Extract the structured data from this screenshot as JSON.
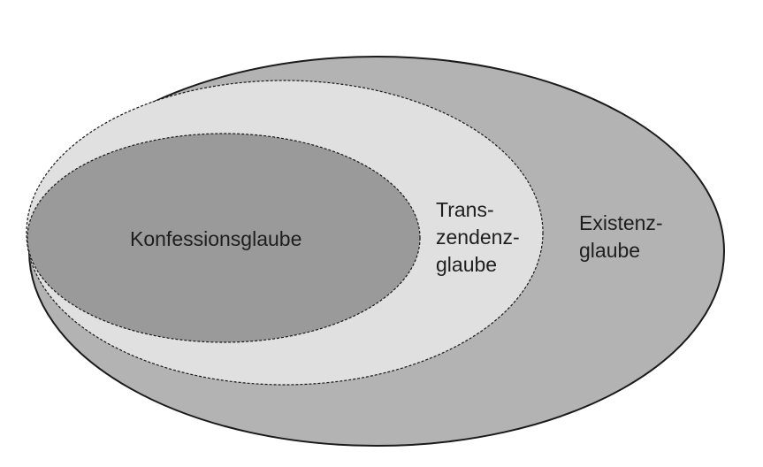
{
  "diagram": {
    "sets": [
      {
        "id": "outer",
        "lines": [
          "Existenz-",
          "glaube"
        ],
        "fill": "#b3b3b3"
      },
      {
        "id": "middle",
        "lines": [
          "Trans-",
          "zendenz-",
          "glaube"
        ],
        "fill": "#e0e0e0"
      },
      {
        "id": "inner",
        "lines": [
          "Konfessionsglaube"
        ],
        "fill": "#9a9a9a"
      }
    ],
    "stroke_color": "#1a1a1a"
  }
}
